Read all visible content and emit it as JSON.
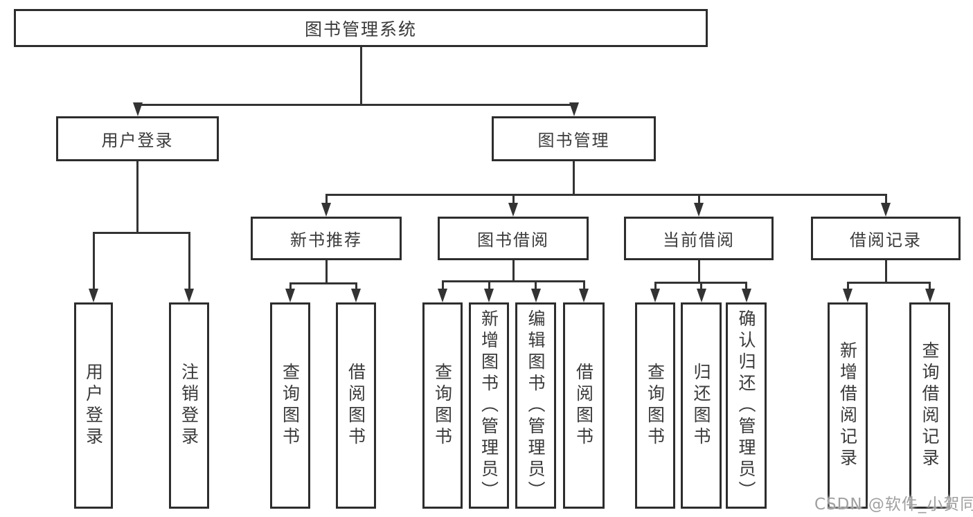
{
  "diagram_title": "图书管理系统",
  "watermark": "CSDN @软件_小贺同学",
  "colors": {
    "line": "#333333",
    "border": "#2d2d2d",
    "text": "#3a3a3a",
    "background": "#ffffff",
    "watermark": "#a0a0a0"
  },
  "tree": {
    "id": "root",
    "label": "图书管理系统",
    "children": [
      {
        "id": "user-login",
        "label": "用户登录",
        "children": [
          {
            "id": "ul-login",
            "label": "用户登录"
          },
          {
            "id": "ul-logout",
            "label": "注销登录"
          }
        ]
      },
      {
        "id": "book-mgmt",
        "label": "图书管理",
        "children": [
          {
            "id": "new-book-rec",
            "label": "新书推荐",
            "children": [
              {
                "id": "nbr-query-book",
                "label": "查询图书"
              },
              {
                "id": "nbr-borrow-book",
                "label": "借阅图书"
              }
            ]
          },
          {
            "id": "book-borrow",
            "label": "图书借阅",
            "children": [
              {
                "id": "bb-query-book",
                "label": "查询图书"
              },
              {
                "id": "bb-add-book",
                "label": "新增图书（管理员）"
              },
              {
                "id": "bb-edit-book",
                "label": "编辑图书（管理员）"
              },
              {
                "id": "bb-borrow-book",
                "label": "借阅图书"
              }
            ]
          },
          {
            "id": "current-borrow",
            "label": "当前借阅",
            "children": [
              {
                "id": "cb-query-book",
                "label": "查询图书"
              },
              {
                "id": "cb-return-book",
                "label": "归还图书"
              },
              {
                "id": "cb-confirm-return",
                "label": "确认归还（管理员）"
              }
            ]
          },
          {
            "id": "borrow-record",
            "label": "借阅记录",
            "children": [
              {
                "id": "br-add-record",
                "label": "新增借阅记录"
              },
              {
                "id": "br-query-record",
                "label": "查询借阅记录"
              }
            ]
          }
        ]
      }
    ]
  }
}
